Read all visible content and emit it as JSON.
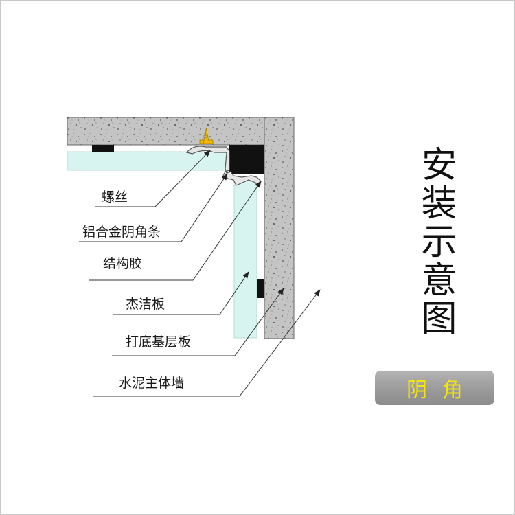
{
  "labels": {
    "screw": "螺丝",
    "aluminum_corner_strip": "铝合金阴角条",
    "structural_adhesive": "结构胶",
    "clean_panel": "杰洁板",
    "base_board": "打底基层板",
    "cement_wall": "水泥主体墙"
  },
  "title": "安装示意图",
  "badge": "阴角",
  "colors": {
    "concrete": "#c4c4c4",
    "panel": "#d8f4f0",
    "adhesive": "#111111",
    "screw": "#f0b800",
    "badge_text": "#f4e60c",
    "badge_bg": "#9e9e9e"
  }
}
